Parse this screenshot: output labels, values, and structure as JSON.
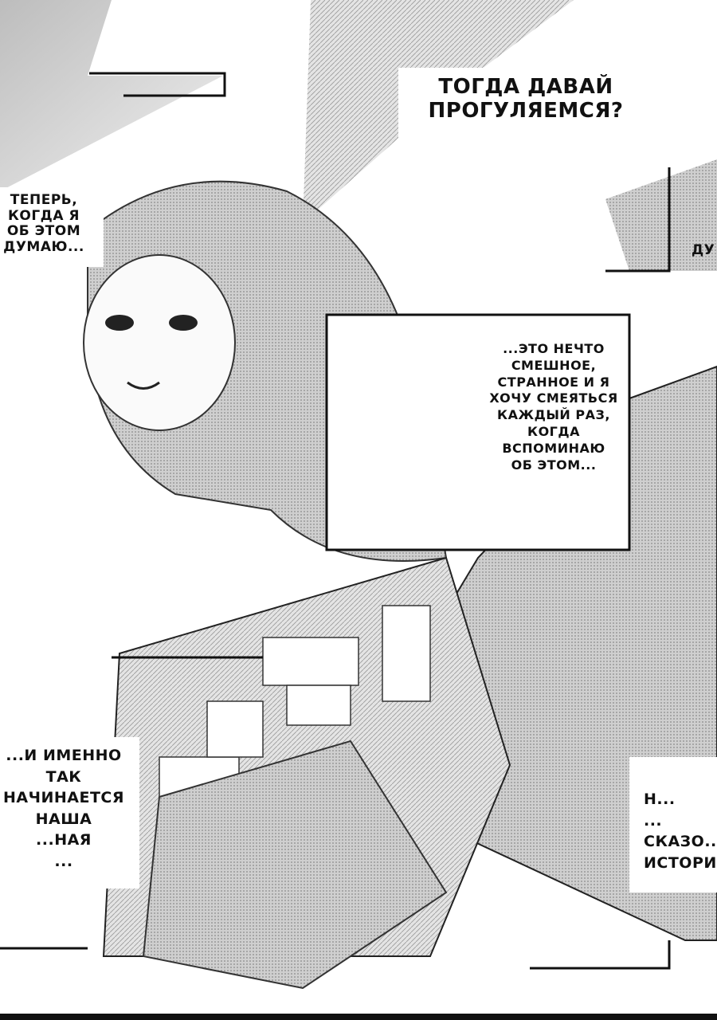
{
  "page": {
    "type": "manga page",
    "bubbles": {
      "top_right": [
        "ТОГДА ДАВАЙ",
        "ПРОГУЛЯЕМСЯ?"
      ],
      "left_upper": [
        "ТЕПЕРЬ,",
        "КОГДА Я",
        "ОБ ЭТОМ",
        "ДУМАЮ..."
      ],
      "right_upper_edge": [
        "ДУ"
      ],
      "middle_right": [
        "...ЭТО НЕЧТО",
        "СМЕШНОЕ,",
        "СТРАННОЕ И Я",
        "ХОЧУ СМЕЯТЬСЯ",
        "КАЖДЫЙ РАЗ,",
        "КОГДА",
        "ВСПОМИНАЮ",
        "ОБ ЭТОМ..."
      ],
      "bottom_left": [
        "...И ИМЕННО",
        "ТАК",
        "НАЧИНАЕТСЯ",
        "НАША",
        "...НАЯ",
        "..."
      ],
      "bottom_right": [
        "Н...",
        "...",
        "СКАЗО...",
        "ИСТОРИЯ"
      ]
    }
  }
}
